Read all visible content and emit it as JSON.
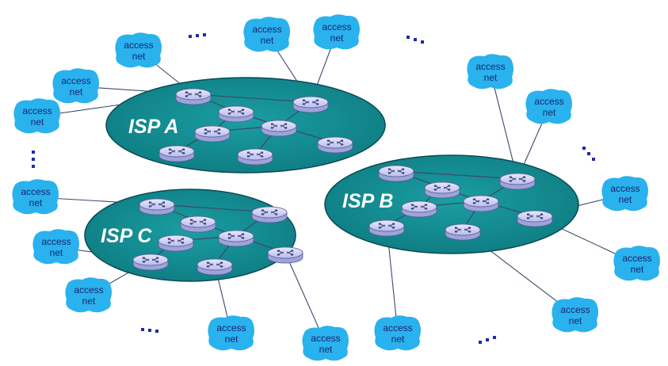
{
  "isps": [
    {
      "id": "a",
      "label": "ISP A"
    },
    {
      "id": "b",
      "label": "ISP B"
    },
    {
      "id": "c",
      "label": "ISP C"
    }
  ],
  "access_net": {
    "line1": "access",
    "line2": "net"
  },
  "colors": {
    "isp_fill": "#12898e",
    "isp_stroke": "#0a4a55",
    "cloud_fill": "#29b2ee",
    "router_fill": "#c5c8f0",
    "link": "#3a4a6a",
    "dots": "#1e2aa8"
  }
}
